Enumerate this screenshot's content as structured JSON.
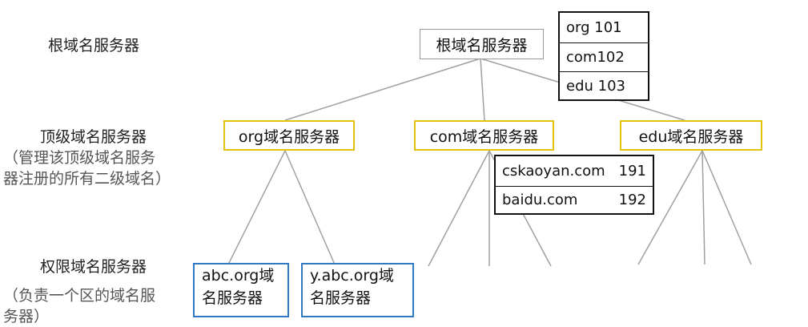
{
  "levels": {
    "root_label": "根域名服务器",
    "tld_label": "顶级域名服务器",
    "tld_note_line1": "（管理该顶级域名服务",
    "tld_note_line2": "器注册的所有二级域名）",
    "auth_label": "权限域名服务器",
    "auth_note_line1": "（负责一个区的域名服",
    "auth_note_line2": "务器）"
  },
  "nodes": {
    "root": "根域名服务器",
    "org": "org域名服务器",
    "com": "com域名服务器",
    "edu": "edu域名服务器",
    "abc_line1": "abc.org域",
    "abc_line2": "名服务器",
    "yabc_line1": "y.abc.org域",
    "yabc_line2": "名服务器"
  },
  "root_table": [
    {
      "name": "org 101"
    },
    {
      "name": "com102"
    },
    {
      "name": "edu 103"
    }
  ],
  "com_table": [
    {
      "name": "cskaoyan.com",
      "value": "191"
    },
    {
      "name": "baidu.com",
      "value": "192"
    }
  ],
  "colors": {
    "root_border": "#9a9a9a",
    "tld_border": "#e3c20c",
    "auth_border": "#2f78c4",
    "line": "#a0a0a0"
  }
}
